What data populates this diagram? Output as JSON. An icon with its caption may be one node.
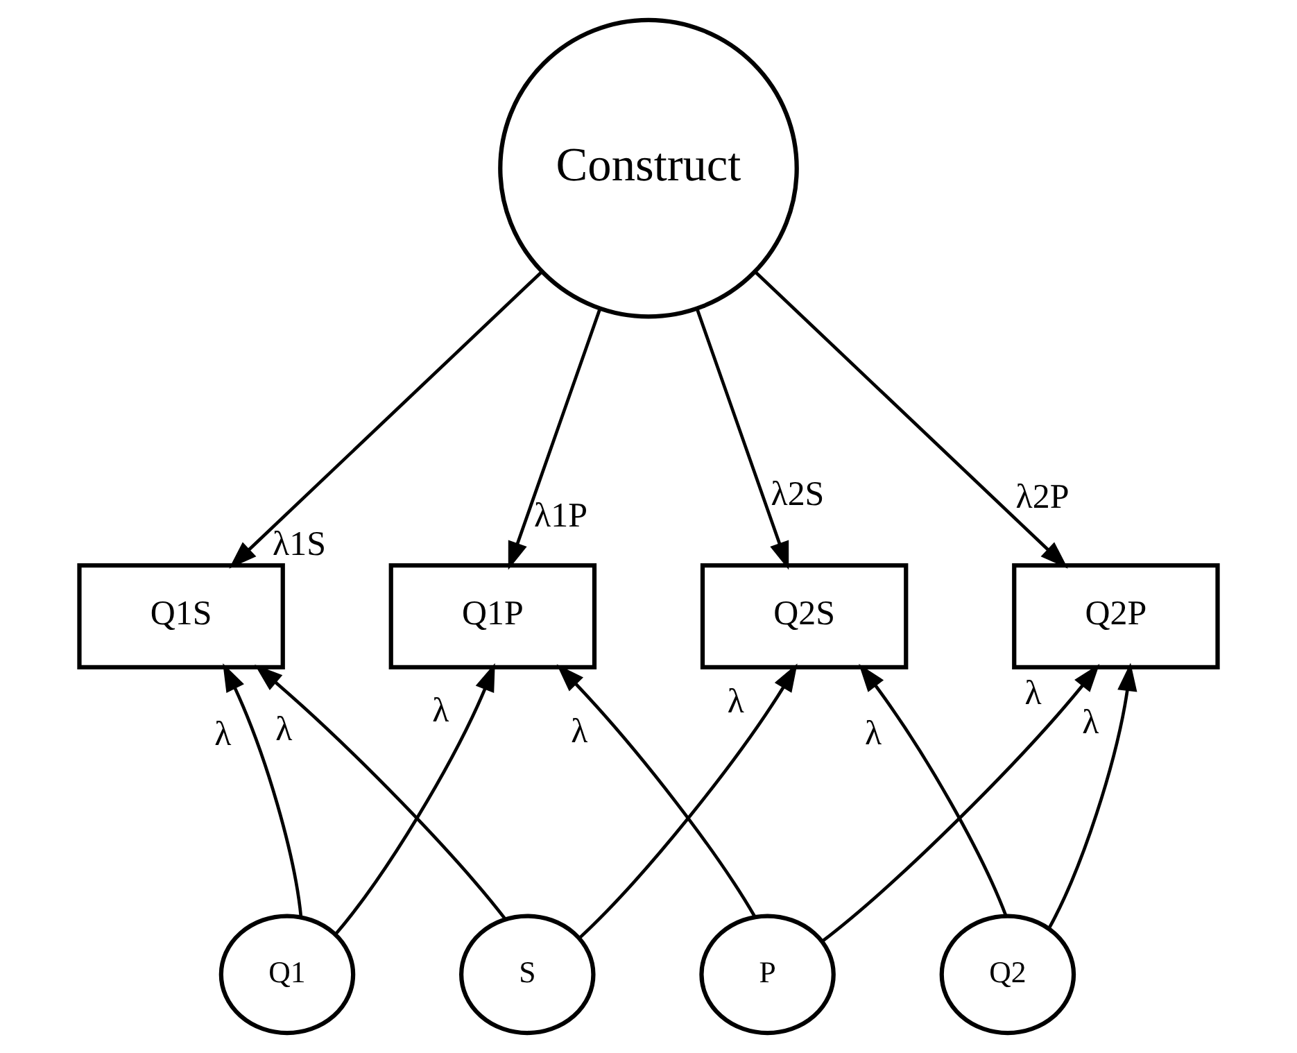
{
  "diagram": {
    "nodes": [
      {
        "text": [
          "Construct"
        ]
      },
      {
        "text": [
          "Q1S"
        ]
      },
      {
        "text": [
          "Q1P"
        ]
      },
      {
        "text": [
          "Q2S"
        ]
      },
      {
        "text": [
          "Q2P"
        ]
      },
      {
        "text": [
          "Q1"
        ]
      },
      {
        "text": [
          "S"
        ]
      },
      {
        "text": [
          "P"
        ]
      },
      {
        "text": [
          "Q2"
        ]
      }
    ],
    "edges": [
      {
        "from": 0,
        "to": 1,
        "arrow": "to",
        "label": "λ1S"
      },
      {
        "from": 0,
        "to": 2,
        "arrow": "to",
        "label": "λ1P"
      },
      {
        "from": 0,
        "to": 3,
        "arrow": "to",
        "label": "λ2S"
      },
      {
        "from": 0,
        "to": 4,
        "arrow": "to",
        "label": "λ2P"
      },
      {
        "from": 5,
        "to": 1,
        "arrow": "to",
        "label": "λ"
      },
      {
        "from": 6,
        "to": 1,
        "arrow": "to",
        "label": "λ"
      },
      {
        "from": 5,
        "to": 2,
        "arrow": "to",
        "label": "λ"
      },
      {
        "from": 7,
        "to": 2,
        "arrow": "to",
        "label": "λ"
      },
      {
        "from": 6,
        "to": 3,
        "arrow": "to",
        "label": "λ"
      },
      {
        "from": 8,
        "to": 3,
        "arrow": "to",
        "label": "λ"
      },
      {
        "from": 7,
        "to": 4,
        "arrow": "to",
        "label": "λ"
      },
      {
        "from": 8,
        "to": 4,
        "arrow": "to",
        "label": "λ"
      }
    ]
  }
}
